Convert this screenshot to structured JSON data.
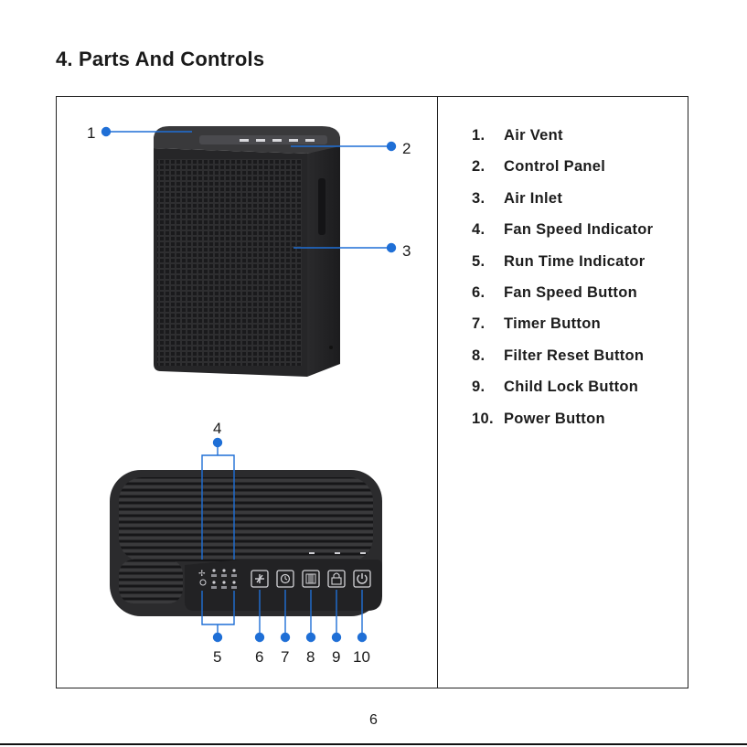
{
  "section": {
    "title": "4.  Parts And Controls"
  },
  "parts": [
    {
      "number": "1.",
      "label": "Air Vent"
    },
    {
      "number": "2.",
      "label": "Control Panel"
    },
    {
      "number": "3.",
      "label": "Air Inlet"
    },
    {
      "number": "4.",
      "label": "Fan Speed Indicator"
    },
    {
      "number": "5.",
      "label": "Run Time Indicator"
    },
    {
      "number": "6.",
      "label": "Fan Speed Button"
    },
    {
      "number": "7.",
      "label": "Timer Button"
    },
    {
      "number": "8.",
      "label": "Filter Reset Button"
    },
    {
      "number": "9.",
      "label": "Child Lock Button"
    },
    {
      "number": "10.",
      "label": "Power Button"
    }
  ],
  "callouts": {
    "c1": "1",
    "c2": "2",
    "c3": "3",
    "c4": "4",
    "c5": "5",
    "c6": "6",
    "c7": "7",
    "c8": "8",
    "c9": "9",
    "c10": "10"
  },
  "icons": {
    "fan_speed_button": "fan-icon",
    "timer_button": "clock-icon",
    "filter_reset_button": "filter-icon",
    "child_lock_button": "lock-icon",
    "power_button": "power-icon"
  },
  "colors": {
    "callout_blue": "#1f6fd6",
    "device_body": "#2b2b2d",
    "outline": "#222222"
  },
  "page": {
    "number": "6"
  }
}
